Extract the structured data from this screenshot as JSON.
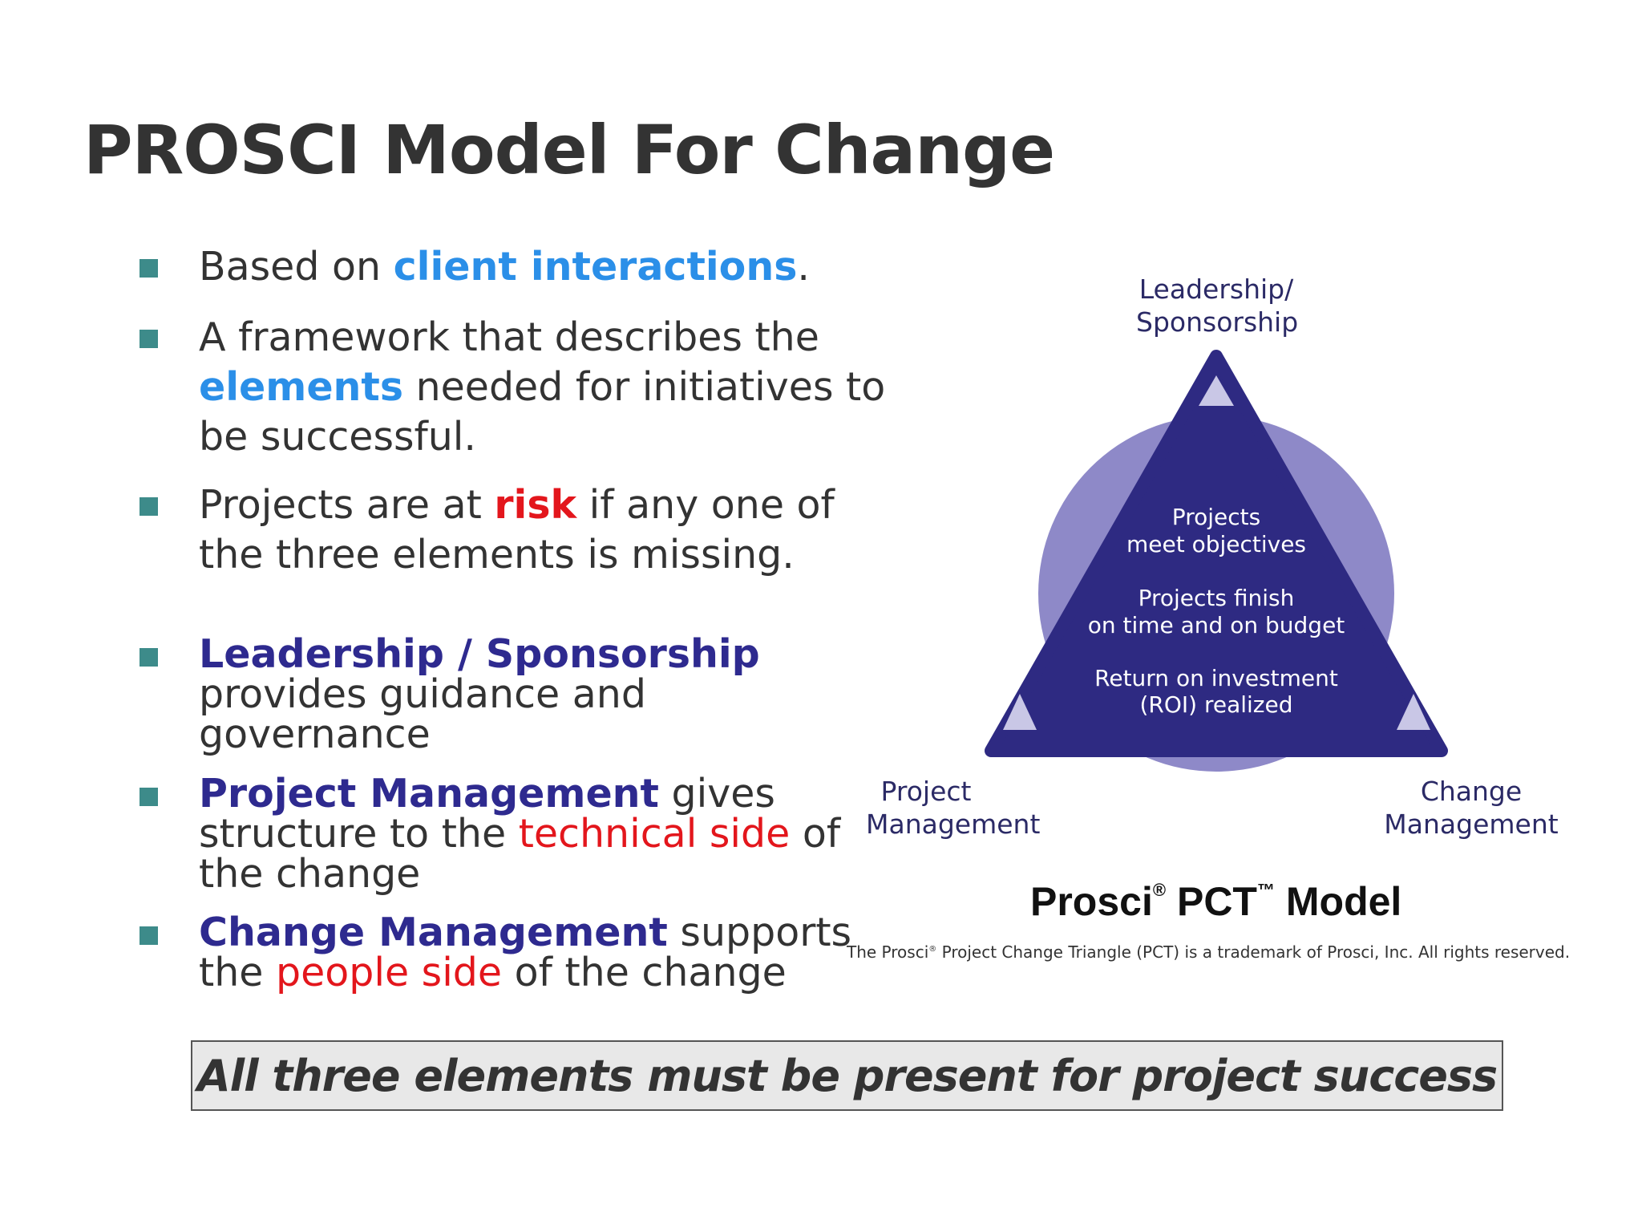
{
  "slide": {
    "title": "PROSCI Model For Change"
  },
  "bullets": [
    {
      "pre": "Based on ",
      "highlight": "client interactions",
      "post": "."
    },
    {
      "pre": "A framework that describes the ",
      "highlight": "elements",
      "post": " needed for initiatives to be successful."
    },
    {
      "pre": "Projects are at ",
      "highlight": "risk",
      "post": " if any one of the three elements is missing."
    },
    {
      "label": "Leadership / Sponsorship",
      "line1_rest": "",
      "line2": "provides guidance and",
      "line3": "governance"
    },
    {
      "label": "Project Management",
      "line1_rest": " gives",
      "line2_pre": "structure to the ",
      "line2_hl": "technical side",
      "line2_post": " of",
      "line3": "the change"
    },
    {
      "label": "Change Management",
      "line1_rest": " supports",
      "line2_pre": "the ",
      "line2_hl": "people side",
      "line2_post": " of the change"
    }
  ],
  "bullet_lines": {
    "b2_line1": "A framework that describes the",
    "b2_line2_post": " needed for initiatives to",
    "b2_line3": "be successful.",
    "b3_line1_post": " if any one of",
    "b3_line2": "the three elements is missing."
  },
  "diagram": {
    "top_label_1": "Leadership/",
    "top_label_2": "Sponsorship",
    "left_label_1": "Project",
    "left_label_2": "Management",
    "right_label_1": "Change",
    "right_label_2": "Management",
    "inner": [
      [
        "Projects",
        "meet objectives"
      ],
      [
        "Projects finish",
        "on time and on budget"
      ],
      [
        "Return on investment",
        "(ROI) realized"
      ]
    ],
    "colors": {
      "triangle": "#2e2a82",
      "circle": "#8e89c8",
      "arrow": "#c9c7e6"
    }
  },
  "pct": {
    "title_a": "Prosci",
    "reg": "®",
    "title_b": " PCT",
    "tm": "™",
    "title_c": " Model",
    "note_a": "The Prosci",
    "note_reg": "®",
    "note_b": " Project Change Triangle (PCT)  is a trademark of Prosci, Inc. All rights reserved."
  },
  "callout": {
    "text": "All three elements must be present for project success"
  }
}
